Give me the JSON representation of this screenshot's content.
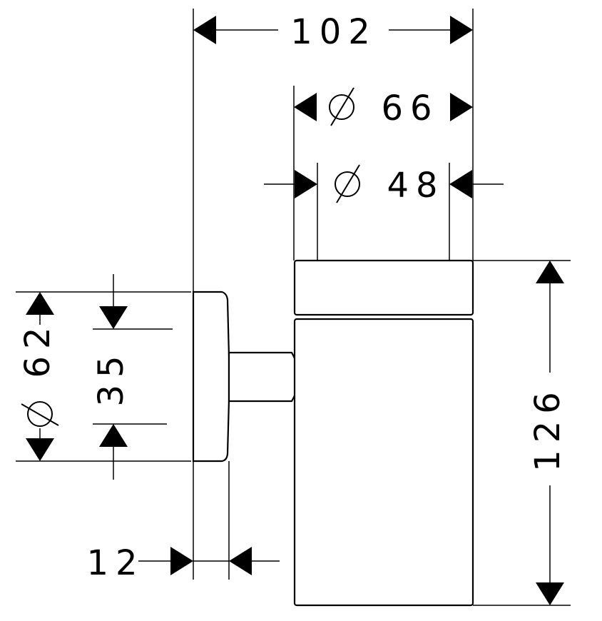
{
  "drawing": {
    "dimensions": {
      "overall_width": "102",
      "outer_diameter": "66",
      "inner_diameter": "48",
      "rosette_diameter": "62",
      "arm_height": "35",
      "total_height": "126",
      "rosette_thickness": "12"
    },
    "symbols": {
      "diameter": "Ø"
    },
    "colors": {
      "ink": "#000000",
      "background": "#ffffff"
    }
  }
}
